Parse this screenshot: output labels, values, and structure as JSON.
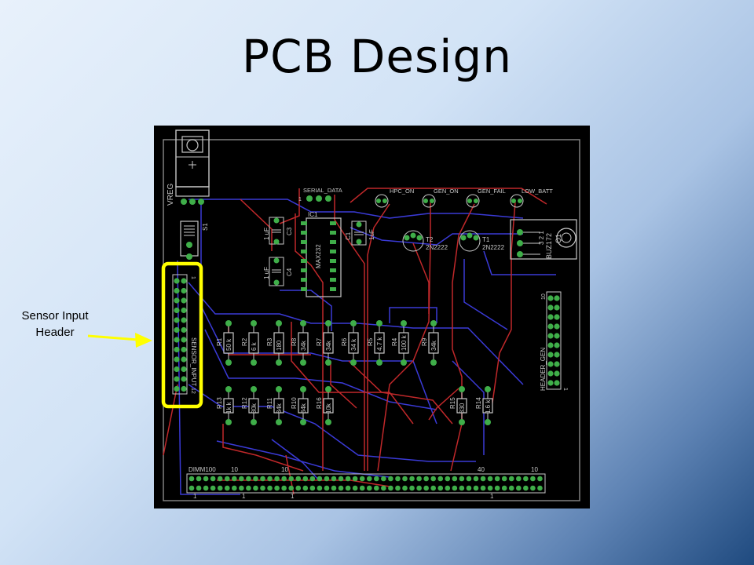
{
  "slide": {
    "title": "PCB Design"
  },
  "callout": {
    "line1": "Sensor Input",
    "line2": "Header",
    "arrow_color": "#ffff00"
  },
  "colors": {
    "board_bg": "#000000",
    "outline": "#8a8a8a",
    "trace_top": "#c0282a",
    "trace_bottom": "#3a3ad6",
    "pad": "#3fae49",
    "silk": "#c8c8c8",
    "highlight": "#ffff00"
  },
  "pcb": {
    "vreg": "VREG",
    "serial_data": "SERIAL_DATA",
    "sensor_input": "SENSOR_INPUT",
    "header_gen": "HEADER_GEN",
    "dimm": "DIMM100",
    "ic1": "IC1",
    "ic1_part": "MAX232",
    "s1": "S1",
    "leds": [
      "HPC_ON",
      "GEN_ON",
      "GEN_FAIL",
      "LOW_BATT"
    ],
    "caps": [
      {
        "name": "C3",
        "value": "1 uF"
      },
      {
        "name": "C4",
        "value": "1 uF"
      },
      {
        "name": "C1",
        "value": "1uF"
      }
    ],
    "transistors": [
      {
        "name": "T2",
        "part": "2N2222"
      },
      {
        "name": "T1",
        "part": "2N2222"
      }
    ],
    "mosfet": {
      "name": "Q1",
      "part": "BUZ172",
      "pins": "3 2 1"
    },
    "resistors_top": [
      {
        "name": "R1",
        "value": "50 k"
      },
      {
        "name": "R2",
        "value": "6 k"
      },
      {
        "name": "R3",
        "value": "180"
      },
      {
        "name": "R8",
        "value": "34k"
      },
      {
        "name": "R7",
        "value": "34k"
      },
      {
        "name": "R6",
        "value": "34 k"
      },
      {
        "name": "R5",
        "value": "4.7 k"
      },
      {
        "name": "R4",
        "value": "100 k"
      },
      {
        "name": "R9",
        "value": "34k"
      }
    ],
    "resistors_bottom": [
      {
        "name": "R13",
        "value": "1k k"
      },
      {
        "name": "R12",
        "value": "30k"
      },
      {
        "name": "R11",
        "value": "34k"
      },
      {
        "name": "R10",
        "value": "34k"
      },
      {
        "name": "R16",
        "value": "10k"
      },
      {
        "name": "R15",
        "value": "330"
      },
      {
        "name": "R14",
        "value": "1.6 k"
      }
    ],
    "pin_labels": {
      "sensor_first": "1",
      "sensor_last": "12",
      "hdr_first": "10",
      "hdr_last": "1",
      "serial_first": "1"
    },
    "dimm_labels_top": [
      "10",
      "10",
      "40",
      "10"
    ],
    "dimm_labels_bottom": [
      "1",
      "1",
      "1",
      "1"
    ]
  }
}
